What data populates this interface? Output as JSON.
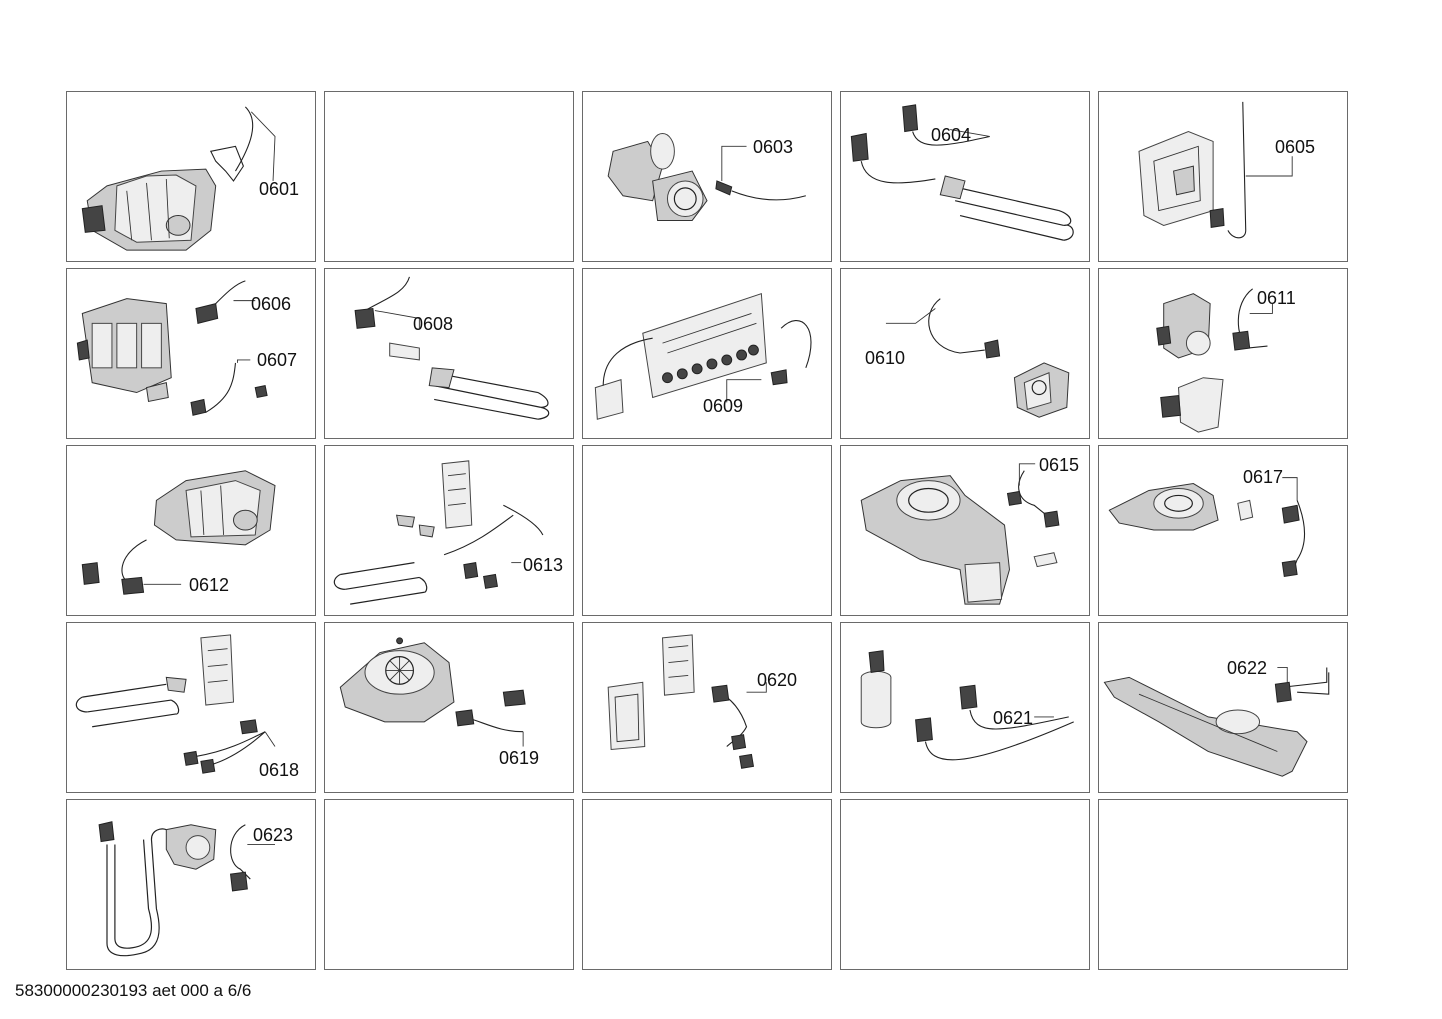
{
  "sheet": {
    "footer_text": "58300000230193 aet 000 a 6/6"
  },
  "parts": {
    "p0601": "0601",
    "p0603": "0603",
    "p0604": "0604",
    "p0605": "0605",
    "p0606": "0606",
    "p0607": "0607",
    "p0608": "0608",
    "p0609": "0609",
    "p0610": "0610",
    "p0611": "0611",
    "p0612": "0612",
    "p0613": "0613",
    "p0615": "0615",
    "p0617": "0617",
    "p0618": "0618",
    "p0619": "0619",
    "p0620": "0620",
    "p0621": "0621",
    "p0622": "0622",
    "p0623": "0623"
  }
}
